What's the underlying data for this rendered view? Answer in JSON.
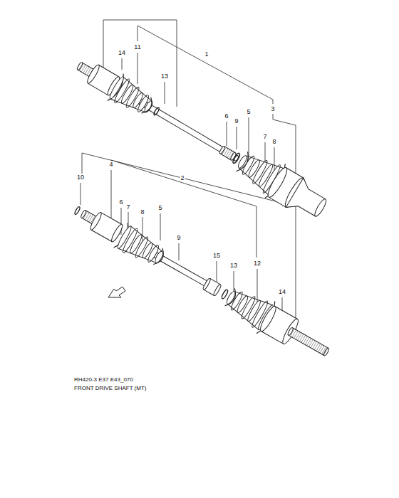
{
  "diagram": {
    "labels": [
      "1",
      "11",
      "14",
      "13",
      "3",
      "6",
      "5",
      "9",
      "7",
      "8",
      "4",
      "2",
      "10",
      "6",
      "7",
      "8",
      "5",
      "9",
      "15",
      "13",
      "12",
      "14",
      "RH420-3 E37 E43_070",
      "FRONT DRIVE SHAFT (MT)"
    ]
  }
}
